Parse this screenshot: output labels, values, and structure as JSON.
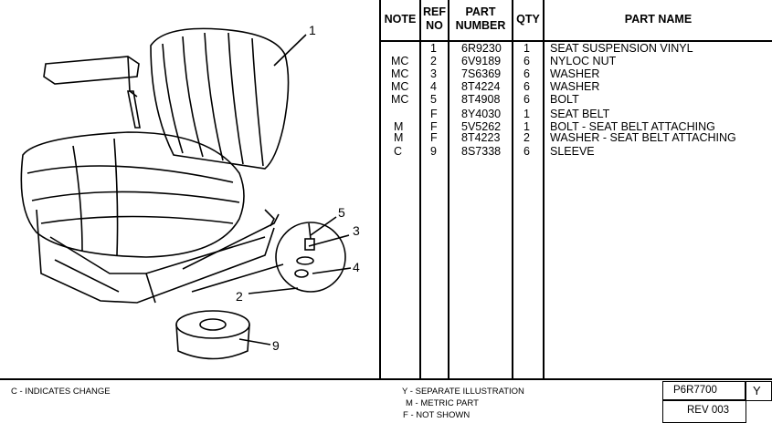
{
  "headers": {
    "note": "NOTE",
    "ref_no": "REF NO",
    "part_number": "PART NUMBER",
    "qty": "QTY",
    "part_name": "PART NAME"
  },
  "rows": [
    {
      "note": "",
      "ref": "1",
      "part": "6R9230",
      "qty": "1",
      "name": "SEAT SUSPENSION VINYL"
    },
    {
      "note": "MC",
      "ref": "2",
      "part": "6V9189",
      "qty": "6",
      "name": "NYLOC NUT"
    },
    {
      "note": "MC",
      "ref": "3",
      "part": "7S6369",
      "qty": "6",
      "name": "WASHER"
    },
    {
      "note": "MC",
      "ref": "4",
      "part": "8T4224",
      "qty": "6",
      "name": "WASHER"
    },
    {
      "note": "MC",
      "ref": "5",
      "part": "8T4908",
      "qty": "6",
      "name": "BOLT"
    },
    {
      "note": "",
      "ref": "F",
      "part": "8Y4030",
      "qty": "1",
      "name": "SEAT BELT"
    },
    {
      "note": "M",
      "ref": "F",
      "part": "5V5262",
      "qty": "1",
      "name": "BOLT - SEAT BELT ATTACHING"
    },
    {
      "note": "M",
      "ref": "F",
      "part": "8T4223",
      "qty": "2",
      "name": "WASHER - SEAT BELT ATTACHING"
    },
    {
      "note": "C",
      "ref": "9",
      "part": "8S7338",
      "qty": "6",
      "name": "SLEEVE"
    }
  ],
  "callouts": [
    "1",
    "2",
    "3",
    "4",
    "5",
    "9"
  ],
  "footer": {
    "change_note": "C - INDICATES CHANGE",
    "legend_y": "Y - SEPARATE ILLUSTRATION",
    "legend_m": "M - METRIC PART",
    "legend_f": "F - NOT SHOWN",
    "doc_number": "P6R7700",
    "doc_letter": "Y",
    "revision": "REV 003"
  }
}
